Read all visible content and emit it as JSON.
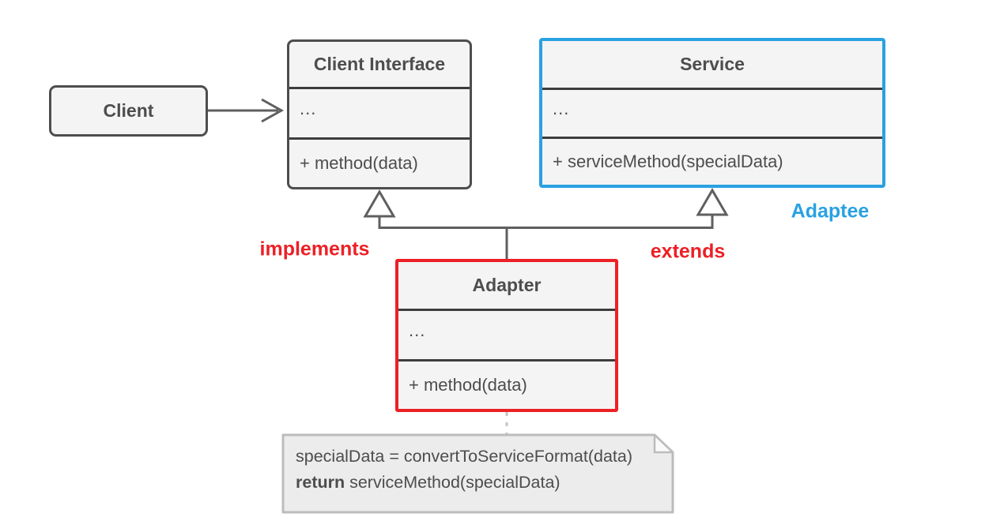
{
  "colors": {
    "accent_blue": "#2aa1e2",
    "accent_red": "#ec2025",
    "stroke_dark": "#4d4d4d",
    "separator": "#3d3d3d",
    "connector_gray": "#5f5f5f",
    "dashed_gray": "#c4c4c4",
    "box_fill": "#f4f4f4",
    "note_fill": "#ececec",
    "note_border": "#bcbcbc",
    "text_dark": "#4d4d4d",
    "background": "#ffffff"
  },
  "nodes": {
    "client": {
      "label": "Client"
    },
    "client_interface": {
      "title": "Client Interface",
      "fields": "...",
      "method": "+ method(data)"
    },
    "service": {
      "title": "Service",
      "fields": "...",
      "method": "+ serviceMethod(specialData)"
    },
    "adapter": {
      "title": "Adapter",
      "fields": "...",
      "method": "+ method(data)"
    }
  },
  "labels": {
    "implements": "implements",
    "extends": "extends",
    "adaptee": "Adaptee"
  },
  "note": {
    "line1": "specialData = convertToServiceFormat(data)",
    "line2_keyword": "return",
    "line2_rest": " serviceMethod(specialData)"
  }
}
